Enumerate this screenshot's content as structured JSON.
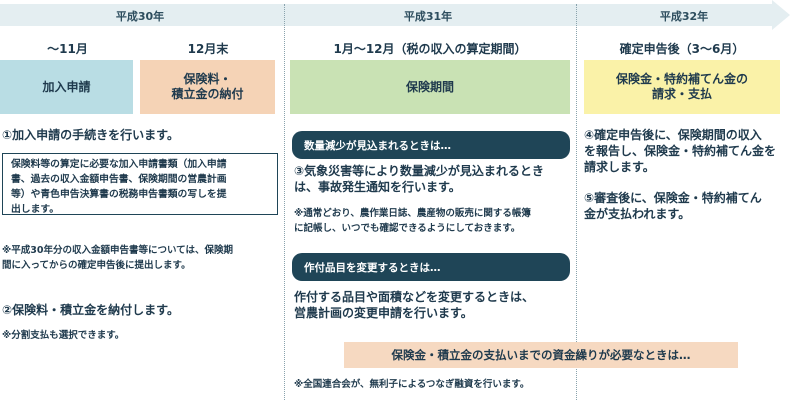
{
  "timeline": {
    "years": [
      "平成30年",
      "平成31年",
      "平成32年"
    ]
  },
  "columns": {
    "c1": {
      "header": "〜11月",
      "box": "加入申請"
    },
    "c2": {
      "header": "12月末",
      "box": "保険料・\n積立金の納付"
    },
    "c3": {
      "header": "1月〜12月（税の収入の算定期間）",
      "box": "保険期間"
    },
    "c4": {
      "header": "確定申告後（3〜6月）",
      "box": "保険金・特約補てん金の\n請求・支払"
    }
  },
  "left": {
    "step1": "①加入申請の手続きを行います。",
    "note_box": "保険料等の算定に必要な加入申請書類（加入申請\n書、過去の収入金額申告書、保険期間の営農計画\n等）や青色申告決算書の税務申告書類の写しを提\n出します。",
    "note1": "※平成30年分の収入金額申告書等については、保険期\n間に入ってからの確定申告後に提出します。",
    "step2": "②保険料・積立金を納付します。",
    "note2": "※分割支払も選択できます。"
  },
  "middle": {
    "banner1": "数量減少が見込まれるときは…",
    "step3": "③気象災害等により数量減少が見込まれるとき\nは、事故発生通知を行います。",
    "note3": "※通常どおり、農作業日誌、農産物の販売に関する帳簿\nに記帳し、いつでも確認できるようにしておきます。",
    "banner2": "作付品目を変更するときは…",
    "change_text": "作付する品目や面積などを変更するときは、\n営農計画の変更申請を行います。"
  },
  "right": {
    "step4": "④確定申告後に、保険期間の収入\nを報告し、保険金・特約補てん金を\n請求します。",
    "step5": "⑤審査後に、保険金・特約補てん\n金が支払われます。"
  },
  "bottom": {
    "funding_banner": "保険金・積立金の支払いまでの資金繰りが必要なときは…",
    "funding_note": "※全国連合会が、無利子によるつなぎ融資を行います。"
  },
  "colors": {
    "box_blue": "#b9dde4",
    "box_peach": "#f5d3b6",
    "box_green": "#c9e2b4",
    "box_yellow": "#faf2a8",
    "banner_dark": "#1f4557",
    "banner_peach": "#f6d9c1"
  }
}
